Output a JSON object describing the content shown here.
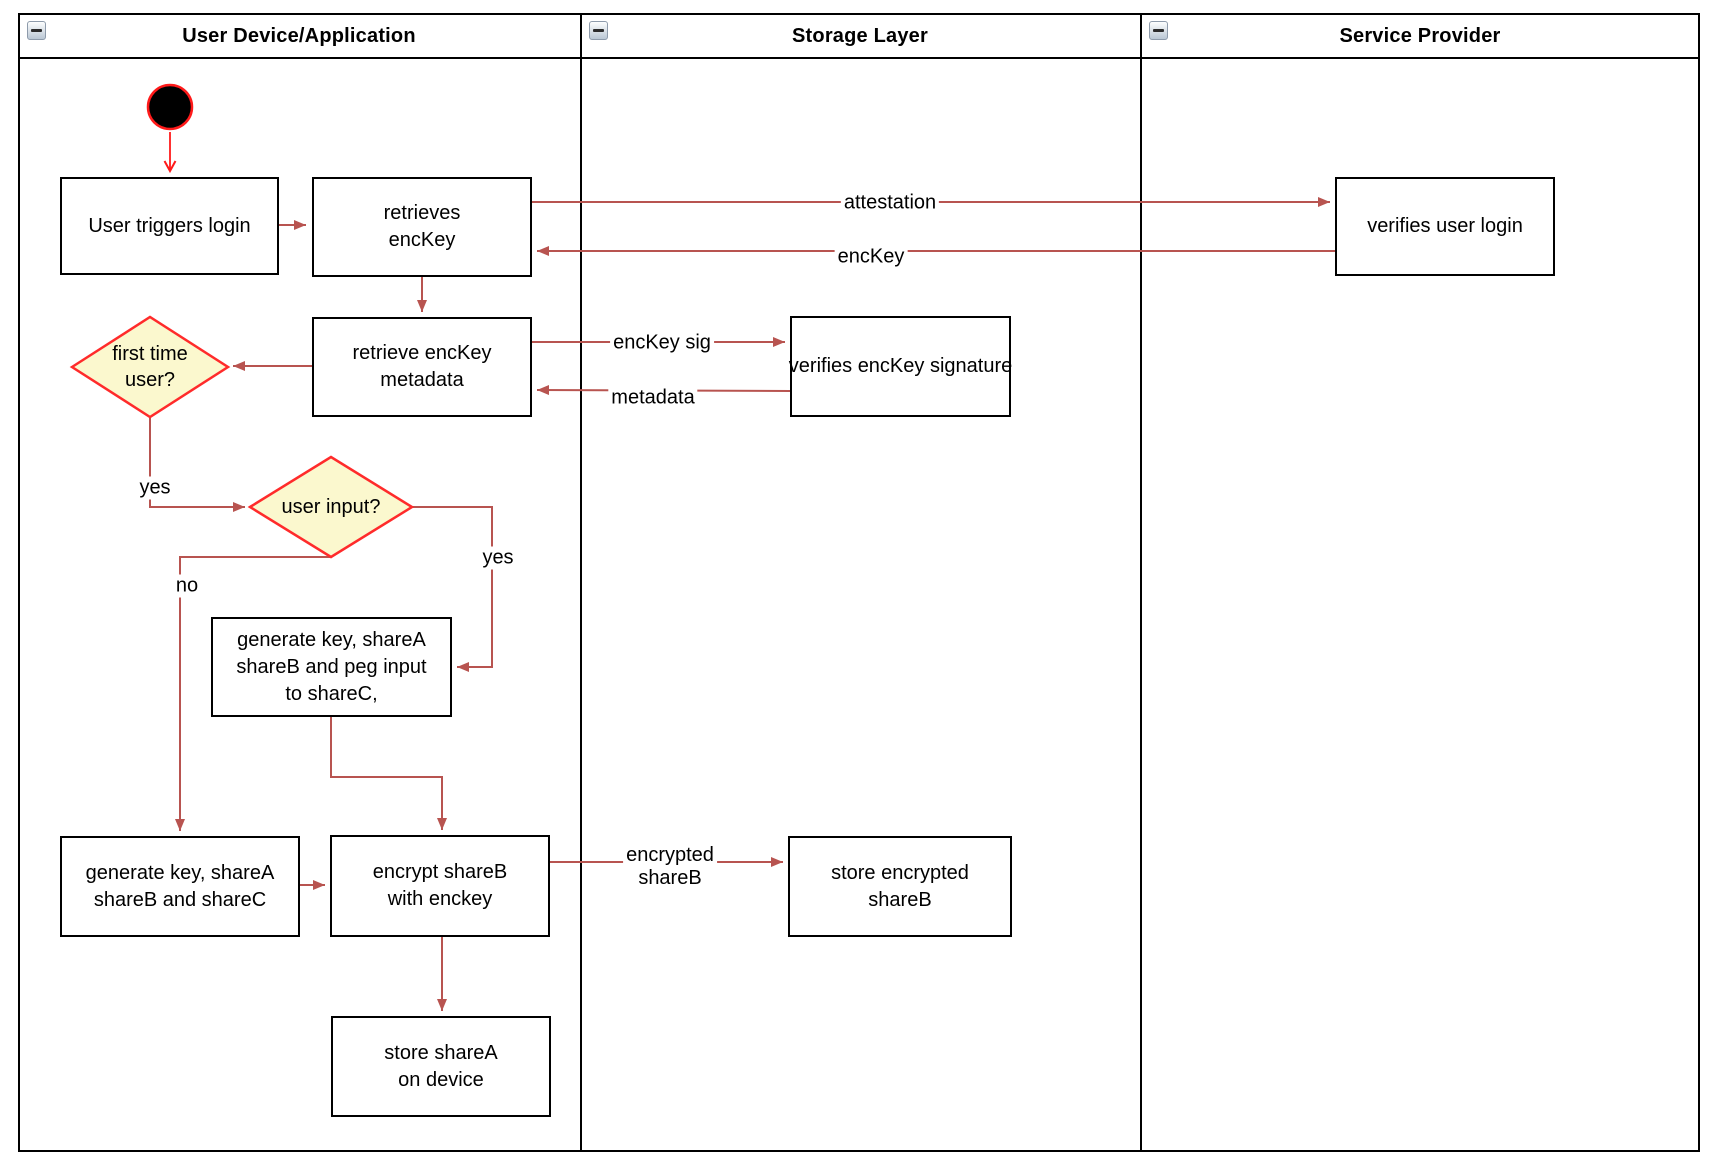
{
  "colors": {
    "edge": "#B85450",
    "start_edge": "#FF1A1A",
    "node_border": "#000000",
    "node_fill": "#FFFFFF",
    "decision_fill": "#FBF8CE",
    "decision_border": "#FF2B2B",
    "start_fill": "#000000",
    "lane_border": "#000000"
  },
  "lanes": [
    {
      "title": "User Device/Application"
    },
    {
      "title": "Storage Layer"
    },
    {
      "title": "Service Provider"
    }
  ],
  "nodes": {
    "user_triggers_login": {
      "label": "User triggers login"
    },
    "retrieves_enckey": {
      "label": "retrieves\nencKey"
    },
    "verifies_user_login": {
      "label": "verifies user login"
    },
    "retrieve_enckey_metadata": {
      "label": "retrieve encKey\nmetadata"
    },
    "verifies_enckey_signature": {
      "label": "verifies encKey signature"
    },
    "first_time_user": {
      "label": "first time\nuser?"
    },
    "user_input": {
      "label": "user input?"
    },
    "generate_key_peg": {
      "label": "generate key, shareA\nshareB and peg input\nto shareC,"
    },
    "generate_key_abc": {
      "label": "generate key, shareA\nshareB and shareC"
    },
    "encrypt_shareb": {
      "label": "encrypt shareB\nwith enckey"
    },
    "store_encrypted_shareb": {
      "label": "store encrypted\nshareB"
    },
    "store_sharea": {
      "label": "store shareA\non device"
    }
  },
  "edge_labels": {
    "attestation": "attestation",
    "enckey": "encKey",
    "enckey_sig": "encKey sig",
    "metadata": "metadata",
    "encrypted_shareb": "encrypted\nshareB",
    "yes_first_time": "yes",
    "yes_user_input": "yes",
    "no_user_input": "no"
  }
}
